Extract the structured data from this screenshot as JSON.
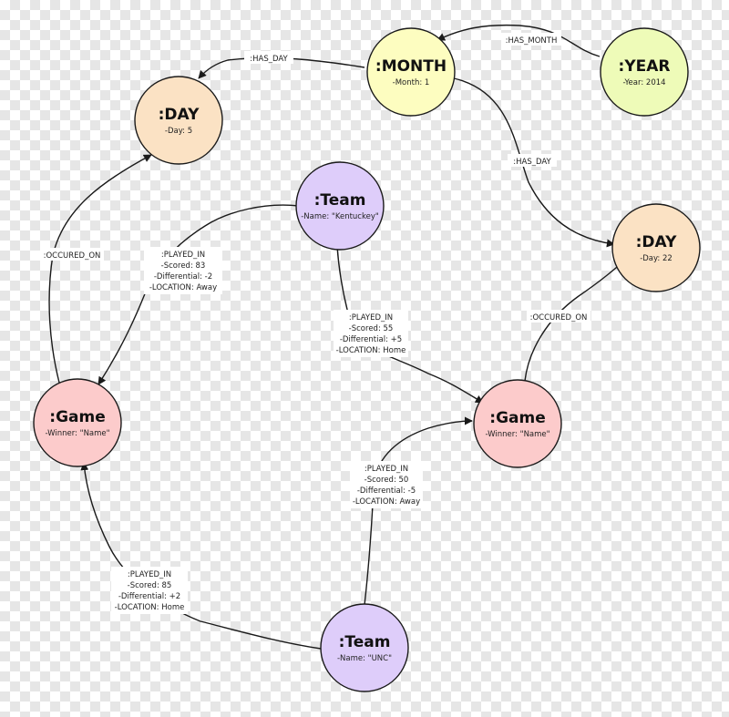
{
  "colors": {
    "year": "#eefbb8",
    "month": "#fdfdc0",
    "day": "#fbe2c4",
    "team": "#decdfa",
    "game": "#fccbcb",
    "stroke": "#1a1a1a"
  },
  "nodes": {
    "year": {
      "title": ":YEAR",
      "props": [
        "-Year: 2014"
      ]
    },
    "month": {
      "title": ":MONTH",
      "props": [
        "-Month: 1"
      ]
    },
    "day5": {
      "title": ":DAY",
      "props": [
        "-Day: 5"
      ]
    },
    "day22": {
      "title": ":DAY",
      "props": [
        "-Day: 22"
      ]
    },
    "teamKy": {
      "title": ":Team",
      "props": [
        "-Name: \"Kentuckey\""
      ]
    },
    "gameLeft": {
      "title": ":Game",
      "props": [
        "-Winner: \"Name\""
      ]
    },
    "gameRight": {
      "title": ":Game",
      "props": [
        "-Winner: \"Name\""
      ]
    },
    "teamUnc": {
      "title": ":Team",
      "props": [
        "-Name: \"UNC\""
      ]
    }
  },
  "edges": {
    "yearMonth": {
      "lines": [
        ":HAS_MONTH"
      ]
    },
    "monthDay5": {
      "lines": [
        ":HAS_DAY"
      ]
    },
    "monthDay22": {
      "lines": [
        ":HAS_DAY"
      ]
    },
    "gameLeftDay5": {
      "lines": [
        ":OCCURED_ON"
      ]
    },
    "gameRightDay22": {
      "lines": [
        ":OCCURED_ON"
      ]
    },
    "kyGameLeft": {
      "lines": [
        ":PLAYED_IN",
        "-Scored: 83",
        "-Differential: -2",
        "-LOCATION: Away"
      ]
    },
    "kyGameRight": {
      "lines": [
        ":PLAYED_IN",
        "-Scored: 55",
        "-Differential: +5",
        "-LOCATION: Home"
      ]
    },
    "uncGameRight": {
      "lines": [
        ":PLAYED_IN",
        "-Scored: 50",
        "-Differential: -5",
        "-LOCATION: Away"
      ]
    },
    "uncGameLeft": {
      "lines": [
        ":PLAYED_IN",
        "-Scored: 85",
        "-Differential: +2",
        "-LOCATION: Home"
      ]
    }
  }
}
